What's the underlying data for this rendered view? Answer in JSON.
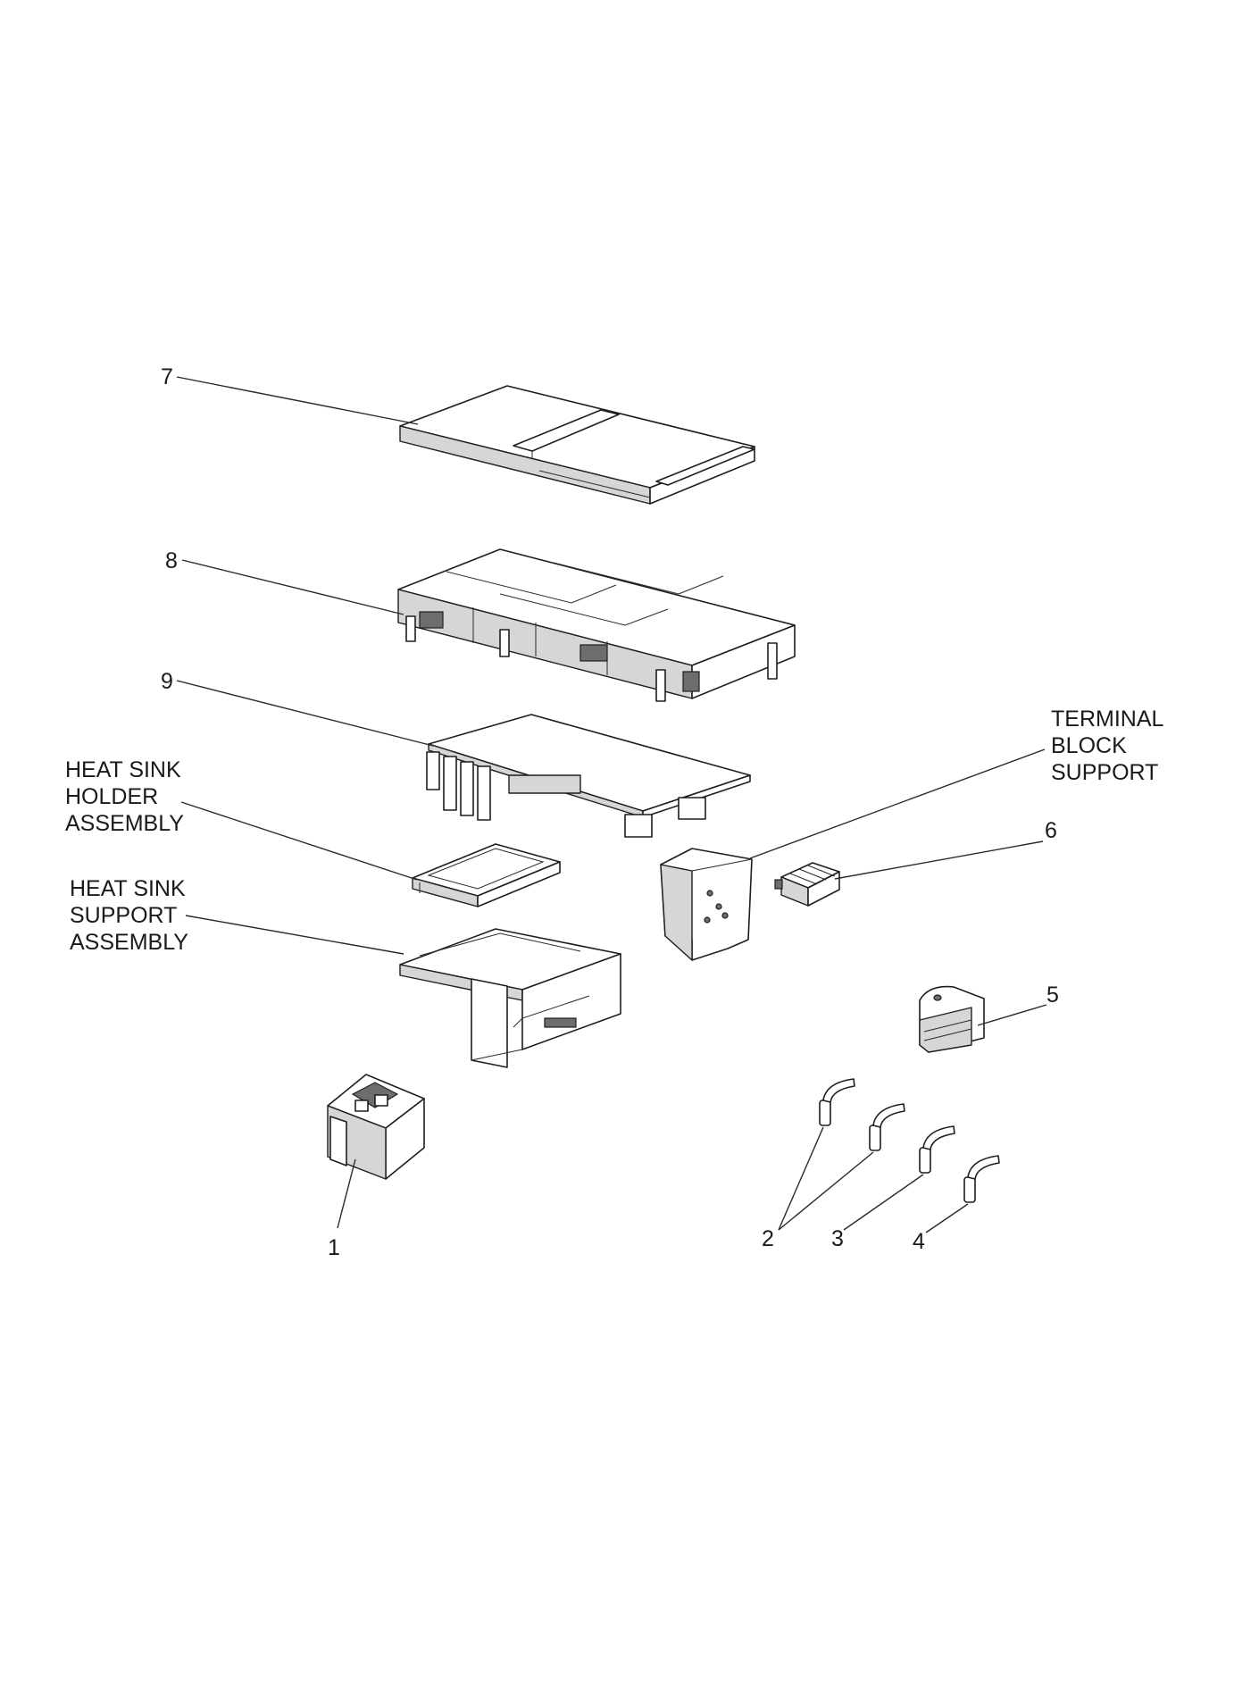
{
  "diagram": {
    "callouts": {
      "item_7": "7",
      "item_8": "8",
      "item_9": "9",
      "item_6": "6",
      "item_5": "5",
      "item_1": "1",
      "item_2": "2",
      "item_3": "3",
      "item_4": "4"
    },
    "labels": {
      "terminal_block_support": [
        "TERMINAL",
        "BLOCK",
        "SUPPORT"
      ],
      "heat_sink_holder_assembly": [
        "HEAT SINK",
        "HOLDER",
        "ASSEMBLY"
      ],
      "heat_sink_support_assembly": [
        "HEAT SINK",
        "SUPPORT",
        "ASSEMBLY"
      ]
    }
  }
}
